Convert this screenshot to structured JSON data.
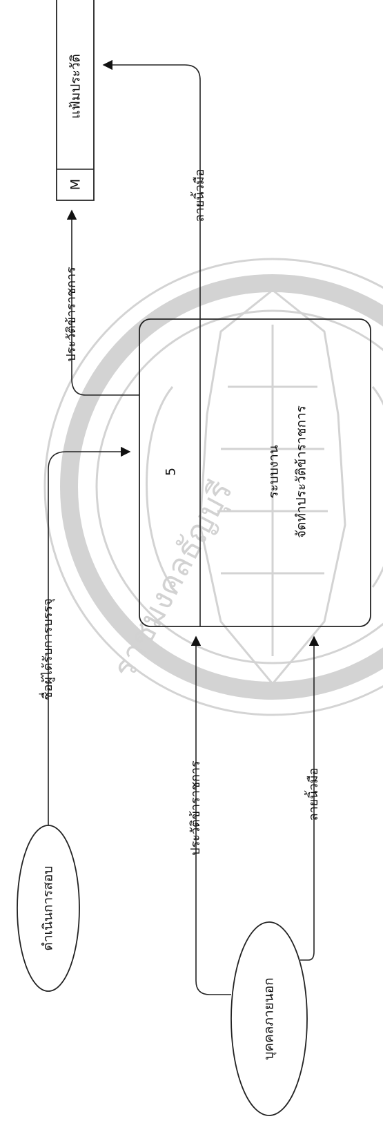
{
  "external_entities": [
    {
      "id": "exam",
      "label": "ดำเนินการสอบ"
    },
    {
      "id": "outsider",
      "label": "บุคคลภายนอก"
    }
  ],
  "process": {
    "number": "5",
    "line1": "ระบบงาน",
    "line2": "จัดทำประวัติข้าราชการ"
  },
  "data_store": {
    "id": "M",
    "name": "แฟ้มประวัติ"
  },
  "flows": {
    "exam_to_process": "ชื่อผู้ได้รับการบรรจุ",
    "process_to_store_history": "ประวัติข้าราชการ",
    "process_to_store_fingerprint": "ลายนิ้วมือ",
    "outsider_to_process_history": "ประวัติข้าราชการ",
    "outsider_to_process_fingerprint": "ลายนิ้วมือ"
  },
  "watermark": {
    "text": "ราชมงคลธัญบุรี",
    "color": "#cfcfcf"
  }
}
